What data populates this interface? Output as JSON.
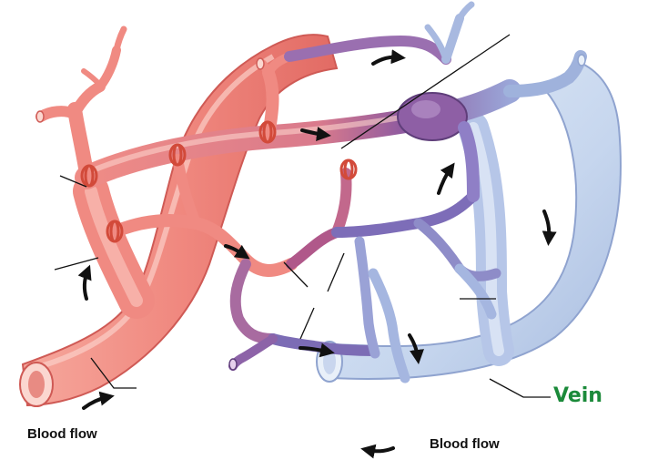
{
  "labels": {
    "blood_flow_left": "Blood flow",
    "blood_flow_right": "Blood flow",
    "vein": "Vein"
  },
  "colors": {
    "artery_fill": "#f0938a",
    "artery_stroke": "#c84e4c",
    "artery_highlight": "#fbc9c0",
    "capillary_mid": "#8a5a8e",
    "capillary_mid_stroke": "#5a3a6e",
    "venule_fill": "#8c7fc6",
    "vein_fill": "#c9d8ee",
    "vein_stroke": "#7f8fbf",
    "sphincter": "#d24a3a",
    "arrow": "#111111",
    "vein_label": "#1b8a3a"
  },
  "icons": [
    "flow-arrow-icon"
  ]
}
